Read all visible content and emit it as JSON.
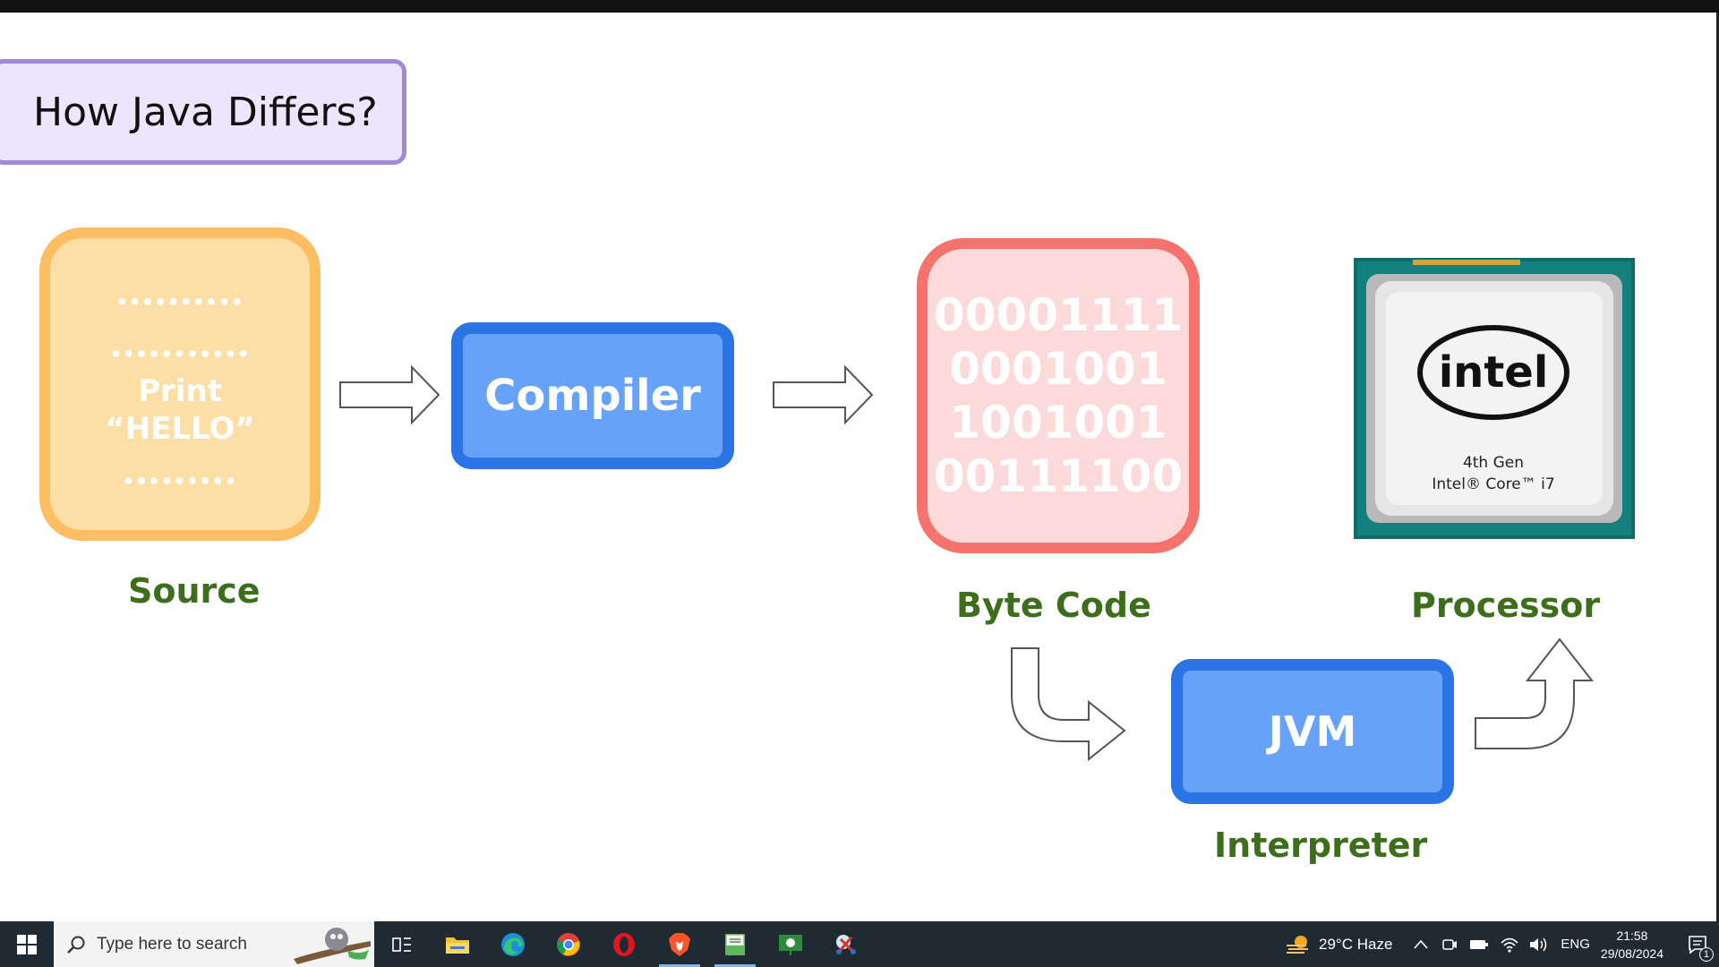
{
  "slide": {
    "title": "How Java Differs?",
    "source": {
      "dots_1": "••••••••••",
      "dots_2": "•••••••••••",
      "line_1": "Print",
      "line_2": "“HELLO”",
      "dots_3": "•••••••••",
      "label": "Source"
    },
    "compiler": {
      "label": "Compiler"
    },
    "bytecode": {
      "lines": [
        "00001111",
        "0001001",
        "1001001",
        "00111100"
      ],
      "label": "Byte Code"
    },
    "processor": {
      "brand": "intel",
      "gen": "4th Gen",
      "model": "Intel® Core™ i7",
      "label": "Processor"
    },
    "jvm": {
      "label": "JVM",
      "caption": "Interpreter"
    }
  },
  "taskbar": {
    "search_placeholder": "Type here to search",
    "icons": [
      "task-view-icon",
      "file-explorer-icon",
      "edge-icon",
      "chrome-icon",
      "opera-icon",
      "brave-icon",
      "notepad-icon",
      "presentation-icon",
      "snipping-icon"
    ],
    "weather": "29°C  Haze",
    "language": "ENG",
    "time": "21:58",
    "date": "29/08/2024",
    "notification_count": "1"
  },
  "colors": {
    "source_fill": "#fddea5",
    "source_border": "#fdbd62",
    "blue_fill": "#66a3f8",
    "blue_border": "#2b74e6",
    "byte_fill": "#fddada",
    "byte_border": "#f6726c",
    "label_green": "#3c6e1c",
    "title_fill": "#ece5fb",
    "title_border": "#9f8ad9"
  }
}
